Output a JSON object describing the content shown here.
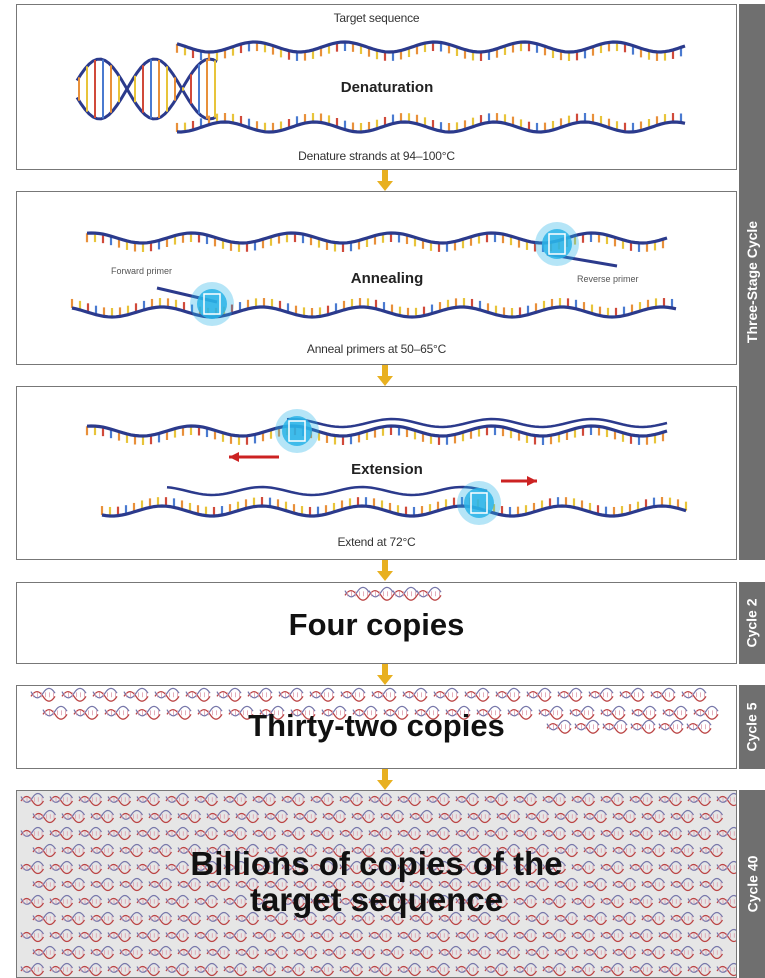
{
  "stages": {
    "denaturation": {
      "top_label": "Target sequence",
      "title": "Denaturation",
      "caption": "Denature strands at 94–100°C"
    },
    "annealing": {
      "title": "Annealing",
      "caption": "Anneal primers at 50–65°C",
      "forward_primer": "Forward primer",
      "reverse_primer": "Reverse primer"
    },
    "extension": {
      "title": "Extension",
      "caption": "Extend at 72°C"
    }
  },
  "results": {
    "cycle2": {
      "text": "Four copies",
      "side": "Cycle 2"
    },
    "cycle5": {
      "text": "Thirty-two copies",
      "side": "Cycle 5"
    },
    "cycle40": {
      "line1": "Billions of copies of the",
      "line2": "target sequence",
      "side": "Cycle 40"
    }
  },
  "sidebar": {
    "three_stage": "Three-Stage Cycle"
  },
  "colors": {
    "strand": "#2b3a8c",
    "base_orange": "#e8903a",
    "base_yellow": "#e8c43a",
    "base_red": "#d04a3a",
    "base_blue": "#4a7ad0",
    "enzyme": "#2ab4e8",
    "arrow_red": "#cc2222",
    "connector": "#e8b020",
    "sidebar": "#6f6f6f"
  }
}
